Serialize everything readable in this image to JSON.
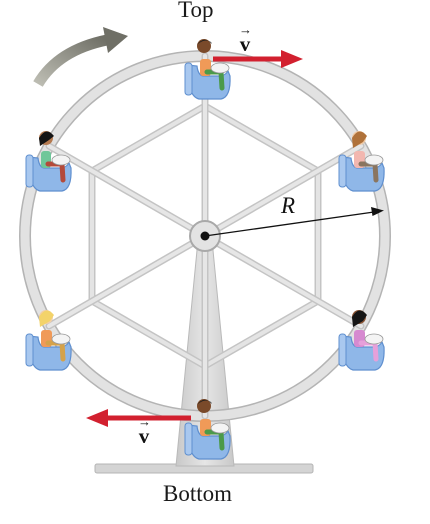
{
  "labels": {
    "top": "Top",
    "bottom": "Bottom",
    "radius": "R",
    "velocity_top": "v",
    "velocity_bottom": "v"
  },
  "vector_mark": "→",
  "colors": {
    "rim": "#dedede",
    "rim_edge": "#b4b4b4",
    "seat": "#8fb7e8",
    "seat_edge": "#5f8fcf",
    "velocity_arrow": "#d2202f",
    "rotation_arrow": "#8b8b80",
    "radius_line": "#111111"
  },
  "riders": [
    "top",
    "upper-left",
    "upper-right",
    "lower-left",
    "lower-right",
    "bottom"
  ]
}
